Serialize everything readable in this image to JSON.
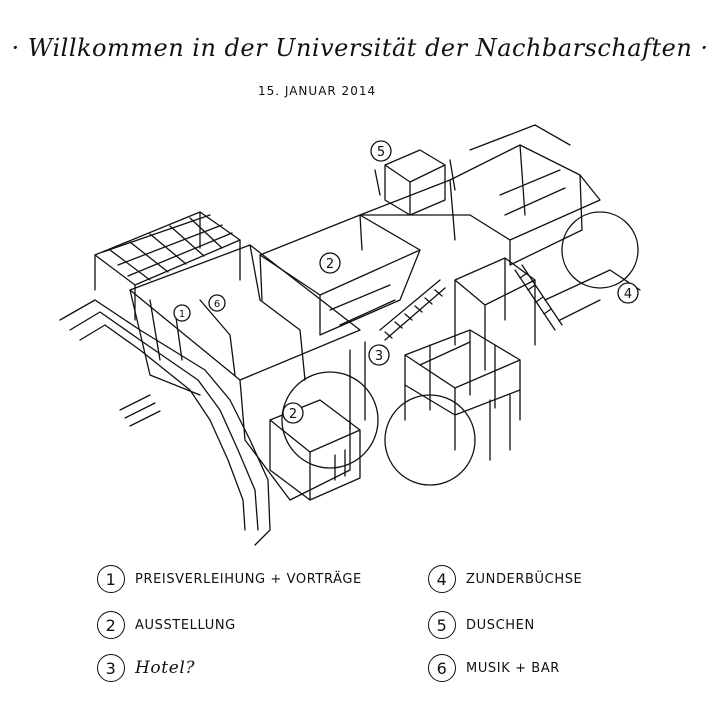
{
  "title": "· Willkommen in der Universität der Nachbarschaften ·",
  "date": "15. JANUAR 2014",
  "markers": [
    "1",
    "2",
    "2",
    "3",
    "4",
    "5",
    "6"
  ],
  "legend": [
    {
      "number": "1",
      "label": "Preisverleihung + Vorträge"
    },
    {
      "number": "2",
      "label": "Ausstellung"
    },
    {
      "number": "3",
      "label": "Hotel?"
    },
    {
      "number": "4",
      "label": "Zunderbüchse"
    },
    {
      "number": "5",
      "label": "Duschen"
    },
    {
      "number": "6",
      "label": "Musik + Bar"
    }
  ]
}
